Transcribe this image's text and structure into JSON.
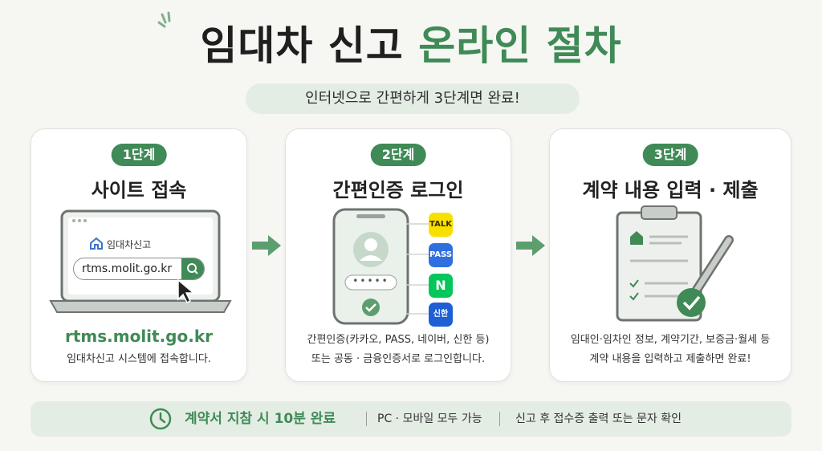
{
  "header": {
    "title_dark": "임대차 신고",
    "title_green": "온라인 절차",
    "subtitle": "인터넷으로 간편하게 3단계면 완료!"
  },
  "steps": [
    {
      "badge": "1단계",
      "title": "사이트 접속",
      "site_name": "임대차신고",
      "url_input": "rtms.molit.go.kr",
      "url_highlight": "rtms.molit.go.kr",
      "desc_line1": "임대차신고 시스템에 접속합니다."
    },
    {
      "badge": "2단계",
      "title": "간편인증 로그인",
      "password_mask": "•••••",
      "auth_apps": [
        {
          "label": "TALK",
          "icon": "kakao-talk-icon",
          "color": "#f7e000"
        },
        {
          "label": "PASS",
          "icon": "pass-icon",
          "color": "#2f6fe0"
        },
        {
          "label": "N",
          "icon": "naver-icon",
          "color": "#03c75a"
        },
        {
          "label": "신한",
          "icon": "shinhan-icon",
          "color": "#1f5fd6"
        }
      ],
      "desc_line1": "간편인증(카카오, PASS, 네이버, 신한 등)",
      "desc_line2": "또는 공동 · 금융인증서로 로그인합니다."
    },
    {
      "badge": "3단계",
      "title": "계약 내용 입력 · 제출",
      "desc_line1": "임대인·임차인 정보, 계약기간, 보증금·월세 등",
      "desc_line2": "계약 내용을 입력하고 제출하면 완료!"
    }
  ],
  "footer": {
    "main": "계약서 지참 시 10분 완료",
    "note1": "PC · 모바일 모두 가능",
    "note2": "신고 후 접수증 출력 또는 문자 확인"
  },
  "colors": {
    "accent_green": "#3f8a56",
    "light_green": "#e3ede4",
    "background": "#f6f6f3"
  }
}
